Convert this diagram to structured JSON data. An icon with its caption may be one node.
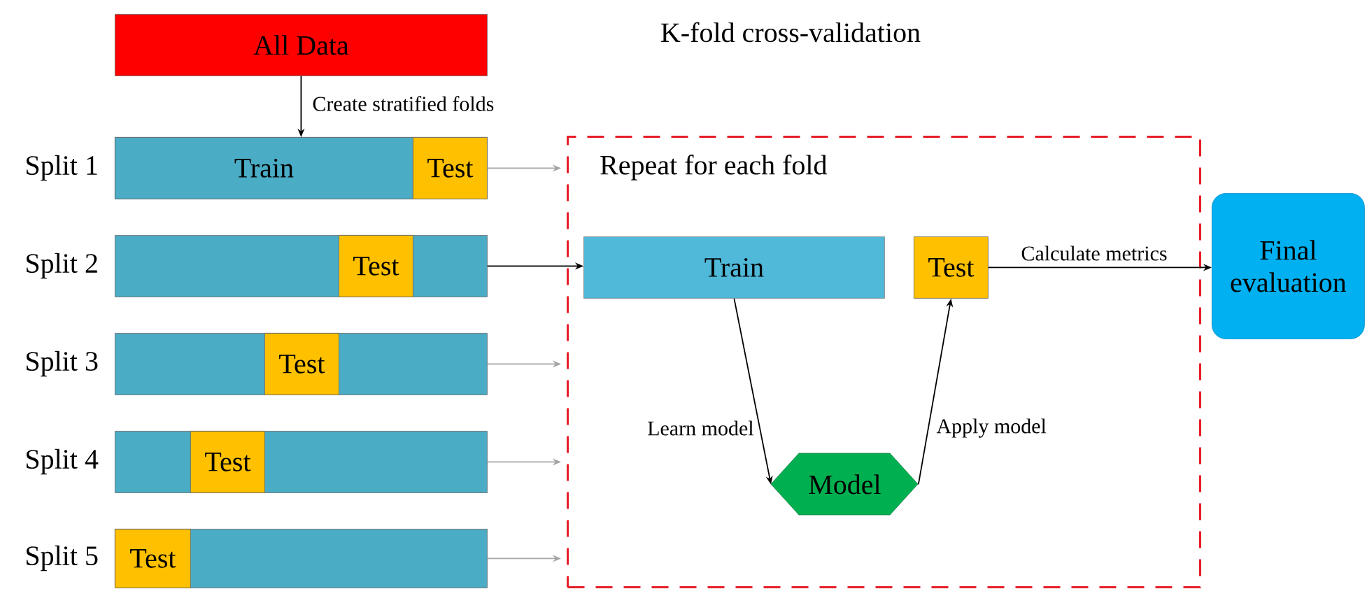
{
  "diagram": {
    "title": "K-fold cross-validation",
    "nodes": [
      {
        "text": [
          "All Data"
        ]
      },
      {
        "text": [],
        "shape": "bar",
        "beside": [
          "Split 1"
        ]
      },
      {
        "text": [
          "Train"
        ],
        "in": 1
      },
      {
        "text": [
          "Test"
        ],
        "in": 1
      },
      {
        "text": [],
        "shape": "bar",
        "beside": [
          "Split 2"
        ]
      },
      {
        "text": [
          "Test"
        ],
        "in": 4
      },
      {
        "text": [],
        "shape": "bar",
        "beside": [
          "Split 3"
        ]
      },
      {
        "text": [
          "Test"
        ],
        "in": 6
      },
      {
        "text": [],
        "shape": "bar",
        "beside": [
          "Split 4"
        ]
      },
      {
        "text": [
          "Test"
        ],
        "in": 8
      },
      {
        "text": [],
        "shape": "bar",
        "beside": [
          "Split 5"
        ]
      },
      {
        "text": [
          "Test"
        ],
        "in": 10
      },
      {
        "text": [
          "Repeat for each fold"
        ]
      },
      {
        "text": [
          "Train"
        ],
        "in": 12
      },
      {
        "text": [
          "Test"
        ],
        "in": 12
      },
      {
        "text": [
          "Model"
        ],
        "in": 12
      },
      {
        "text": [
          "Final evaluation"
        ]
      }
    ],
    "edges": [
      {
        "from": 0,
        "to": 1,
        "arrow": "to",
        "label": "Create stratified folds"
      },
      {
        "from": 1,
        "to": 12,
        "arrow": "to",
        "color": "#a6a6a6"
      },
      {
        "from": 4,
        "to": 13,
        "arrow": "to"
      },
      {
        "from": 6,
        "to": 12,
        "arrow": "to",
        "color": "#a6a6a6"
      },
      {
        "from": 8,
        "to": 12,
        "arrow": "to",
        "color": "#a6a6a6"
      },
      {
        "from": 10,
        "to": 12,
        "arrow": "to",
        "color": "#a6a6a6"
      },
      {
        "from": 13,
        "to": 15,
        "arrow": "to",
        "label": "Learn model"
      },
      {
        "from": 15,
        "to": 14,
        "arrow": "to",
        "label": "Apply model"
      },
      {
        "from": 14,
        "to": 16,
        "arrow": "to",
        "label": "Calculate metrics"
      }
    ]
  }
}
